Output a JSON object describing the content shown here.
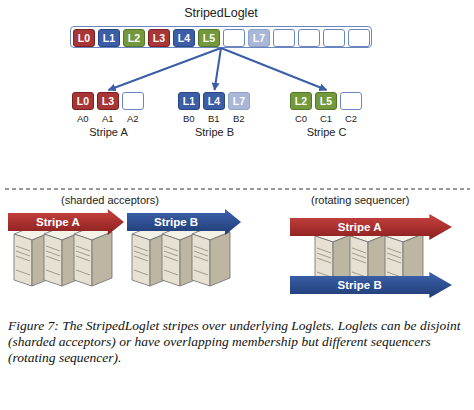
{
  "diagram": {
    "caption": "Figure 7: The StripedLoglet stripes over underlying Loglets. Loglets can be disjoint (sharded acceptors) or have overlapping membership but different sequencers (rotating sequencer).",
    "nodes": [
      {
        "text": [
          "StripedLoglet"
        ]
      },
      {
        "text": [
          "L0"
        ],
        "in": 0
      },
      {
        "text": [
          "L1"
        ],
        "in": 0
      },
      {
        "text": [
          "L2"
        ],
        "in": 0
      },
      {
        "text": [
          "L3"
        ],
        "in": 0
      },
      {
        "text": [
          "L4"
        ],
        "in": 0
      },
      {
        "text": [
          "L5"
        ],
        "in": 0
      },
      {
        "text": [
          "L7"
        ],
        "in": 0
      },
      {
        "text": [
          "Stripe A"
        ]
      },
      {
        "text": [
          "L0"
        ],
        "in": 8
      },
      {
        "text": [
          "L3"
        ],
        "in": 8
      },
      {
        "text": [
          "Stripe B"
        ]
      },
      {
        "text": [
          "L1"
        ],
        "in": 11
      },
      {
        "text": [
          "L4"
        ],
        "in": 11
      },
      {
        "text": [
          "L7"
        ],
        "in": 11
      },
      {
        "text": [
          "Stripe C"
        ]
      },
      {
        "text": [
          "L2"
        ],
        "in": 15
      },
      {
        "text": [
          "L5"
        ],
        "in": 15
      },
      {
        "text": [
          "Stripe A"
        ]
      },
      {
        "text": [
          "Stripe B"
        ]
      },
      {
        "text": [
          "Stripe A"
        ]
      },
      {
        "text": [
          "Stripe B"
        ]
      }
    ],
    "edges": [
      {
        "from": 0,
        "to": 8,
        "arrow": "to"
      },
      {
        "from": 0,
        "to": 11,
        "arrow": "to"
      },
      {
        "from": 0,
        "to": 15,
        "arrow": "to"
      }
    ],
    "labels": [
      "A0",
      "A1",
      "A2",
      "B0",
      "B1",
      "B2",
      "C0",
      "C1",
      "C2",
      "(sharded acceptors)",
      "(rotating sequencer)"
    ]
  }
}
